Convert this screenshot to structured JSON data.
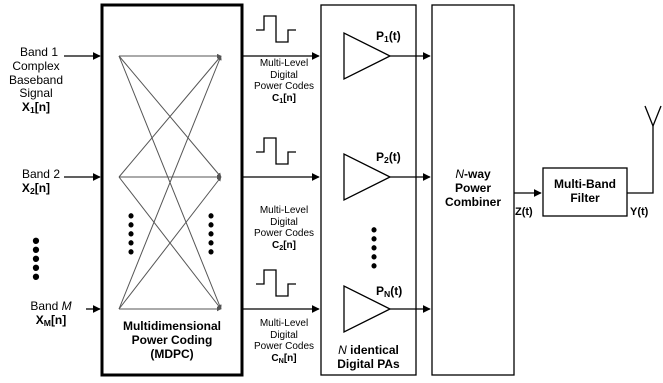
{
  "inputs": {
    "band1": {
      "line1": "Band 1",
      "line2": "Complex",
      "line3": "Baseband",
      "line4": "Signal",
      "var_main": "X",
      "var_sub": "1",
      "var_tail": "[n]"
    },
    "band2": {
      "line1": "Band 2",
      "var_main": "X",
      "var_sub": "2",
      "var_tail": "[n]"
    },
    "bandM": {
      "prefix": "Band ",
      "italic": "M",
      "var_main": "X",
      "var_sub": "M",
      "var_tail": "[n]"
    }
  },
  "mdpc": {
    "line1": "Multidimensional",
    "line2": "Power Coding",
    "line3": "(MDPC)"
  },
  "codes": [
    {
      "line1": "Multi-Level",
      "line2": "Digital",
      "line3": "Power Codes",
      "main": "C",
      "sub": "1",
      "tail": "[n]"
    },
    {
      "line1": "Multi-Level",
      "line2": "Digital",
      "line3": "Power Codes",
      "main": "C",
      "sub": "2",
      "tail": "[n]"
    },
    {
      "line1": "Multi-Level",
      "line2": "Digital",
      "line3": "Power Codes",
      "main": "C",
      "sub": "N",
      "tail": "[n]"
    }
  ],
  "pa_outputs": [
    {
      "main": "P",
      "sub": "1",
      "tail": "(t)"
    },
    {
      "main": "P",
      "sub": "2",
      "tail": "(t)"
    },
    {
      "main": "P",
      "sub": "N",
      "tail": "(t)"
    }
  ],
  "pa_block": {
    "italic": "N",
    "line1_rest": " identical",
    "line2": "Digital PAs"
  },
  "combiner": {
    "italic": "N",
    "line1_rest": "-way",
    "line2": "Power",
    "line3": "Combiner"
  },
  "z_label": "Z(t)",
  "filter": {
    "line1": "Multi-Band",
    "line2": "Filter"
  },
  "y_label": "Y(t)"
}
